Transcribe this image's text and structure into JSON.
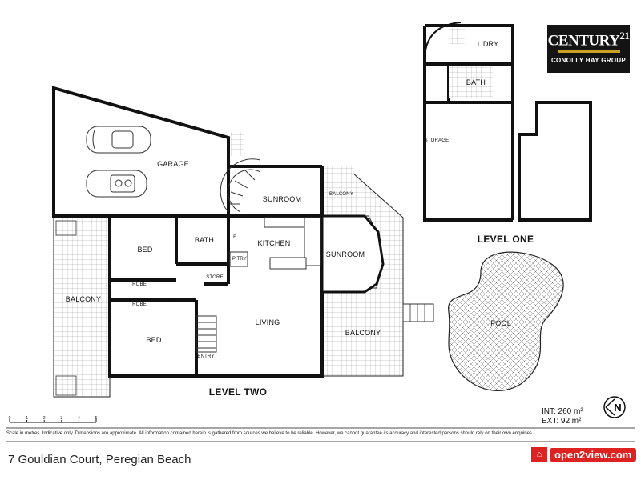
{
  "brand": {
    "name": "CENTURY",
    "mark": "21",
    "office": "CONOLLY HAY GROUP",
    "accent_color": "#c9a227"
  },
  "rooms": {
    "garage": "GARAGE",
    "sunroom_upper": "SUNROOM",
    "balcony_small": "BALCONY",
    "bath_l2": "BATH",
    "kitchen": "KITCHEN",
    "sunroom_right": "SUNROOM",
    "bed_1": "BED",
    "robe_1": "ROBE",
    "robe_2": "ROBE",
    "linen": "LINEN",
    "store": "STORE",
    "pantry": "P'TRY",
    "fridge": "F",
    "balcony_left": "BALCONY",
    "living": "LIVING",
    "bed_2": "BED",
    "entry": "ENTRY",
    "balcony_right": "BALCONY",
    "laundry": "L'DRY",
    "bath_l1": "BATH",
    "storage": "STORAGE",
    "pool": "POOL"
  },
  "levels": {
    "two": "LEVEL TWO",
    "one": "LEVEL ONE"
  },
  "areas": {
    "internal": "INT: 260 m²",
    "external": "EXT: 92 m²"
  },
  "scale": {
    "ticks": [
      "0",
      "1",
      "2",
      "3",
      "4",
      "5"
    ]
  },
  "compass_letter": "N",
  "disclaimer": "Scale in metres. Indicative only. Dimensions are approximate. All information contained herein is gathered from sources we believe to be reliable. However, we cannot guarantee its accuracy and interested persons should rely on their own enquiries.",
  "address": "7 Gouldian Court, Peregian Beach",
  "footer_logo": {
    "text": "open2view.com",
    "color": "#d22222"
  }
}
